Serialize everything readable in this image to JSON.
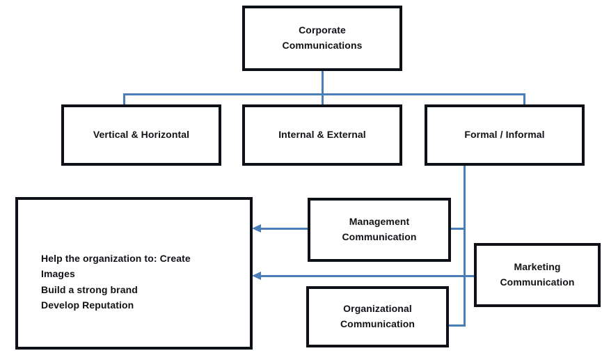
{
  "diagram": {
    "title": "Corporate Communications",
    "accent_color": "#4a7ebb",
    "box_border_color": "#0d1117",
    "background_color": "#ffffff",
    "nodes": {
      "corporate": {
        "label": "Corporate\nCommunications"
      },
      "vertical": {
        "label": "Vertical & Horizontal"
      },
      "internal": {
        "label": "Internal & External"
      },
      "formal": {
        "label": "Formal / Informal"
      },
      "management": {
        "label": "Management\nCommunication"
      },
      "marketing": {
        "label": "Marketing\nCommunication"
      },
      "organizational": {
        "label": "Organizational\nCommunication"
      },
      "outcomes": {
        "label": "Help the organization to: Create\nImages\nBuild a strong brand\nDevelop Reputation"
      }
    }
  }
}
